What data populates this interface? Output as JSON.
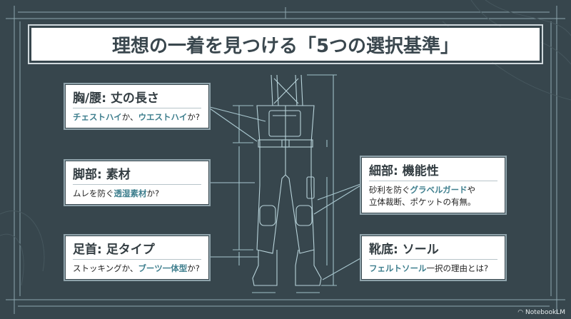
{
  "title": "理想の一着を見つける「5つの選択基準」",
  "cards": [
    {
      "heading": "胸/腰: 丈の長さ",
      "parts": [
        {
          "t": "チェストハイ",
          "h": true
        },
        {
          "t": "か、",
          "h": false
        },
        {
          "t": "ウエストハイ",
          "h": true
        },
        {
          "t": "か?",
          "h": false
        }
      ]
    },
    {
      "heading": "脚部: 素材",
      "parts": [
        {
          "t": "ムレを防ぐ",
          "h": false
        },
        {
          "t": "透湿素材",
          "h": true
        },
        {
          "t": "か?",
          "h": false
        }
      ]
    },
    {
      "heading": "足首: 足タイプ",
      "parts": [
        {
          "t": "ストッキングか、",
          "h": false
        },
        {
          "t": "ブーツ一体型",
          "h": true
        },
        {
          "t": "か?",
          "h": false
        }
      ]
    },
    {
      "heading": "細部: 機能性",
      "parts": [
        {
          "t": "砂利を防ぐ",
          "h": false
        },
        {
          "t": "グラベルガード",
          "h": true
        },
        {
          "t": "や",
          "h": false
        }
      ],
      "line2": "立体裁断、ポケットの有無。"
    },
    {
      "heading": "靴底: ソール",
      "parts": [
        {
          "t": "フェルトソール",
          "h": true
        },
        {
          "t": "一択の理由とは?",
          "h": false
        }
      ]
    }
  ],
  "watermark": "NotebookLM",
  "colors": {
    "background": "#37464d",
    "highlight": "#3f7f8e",
    "line": "#a9c7cf"
  }
}
